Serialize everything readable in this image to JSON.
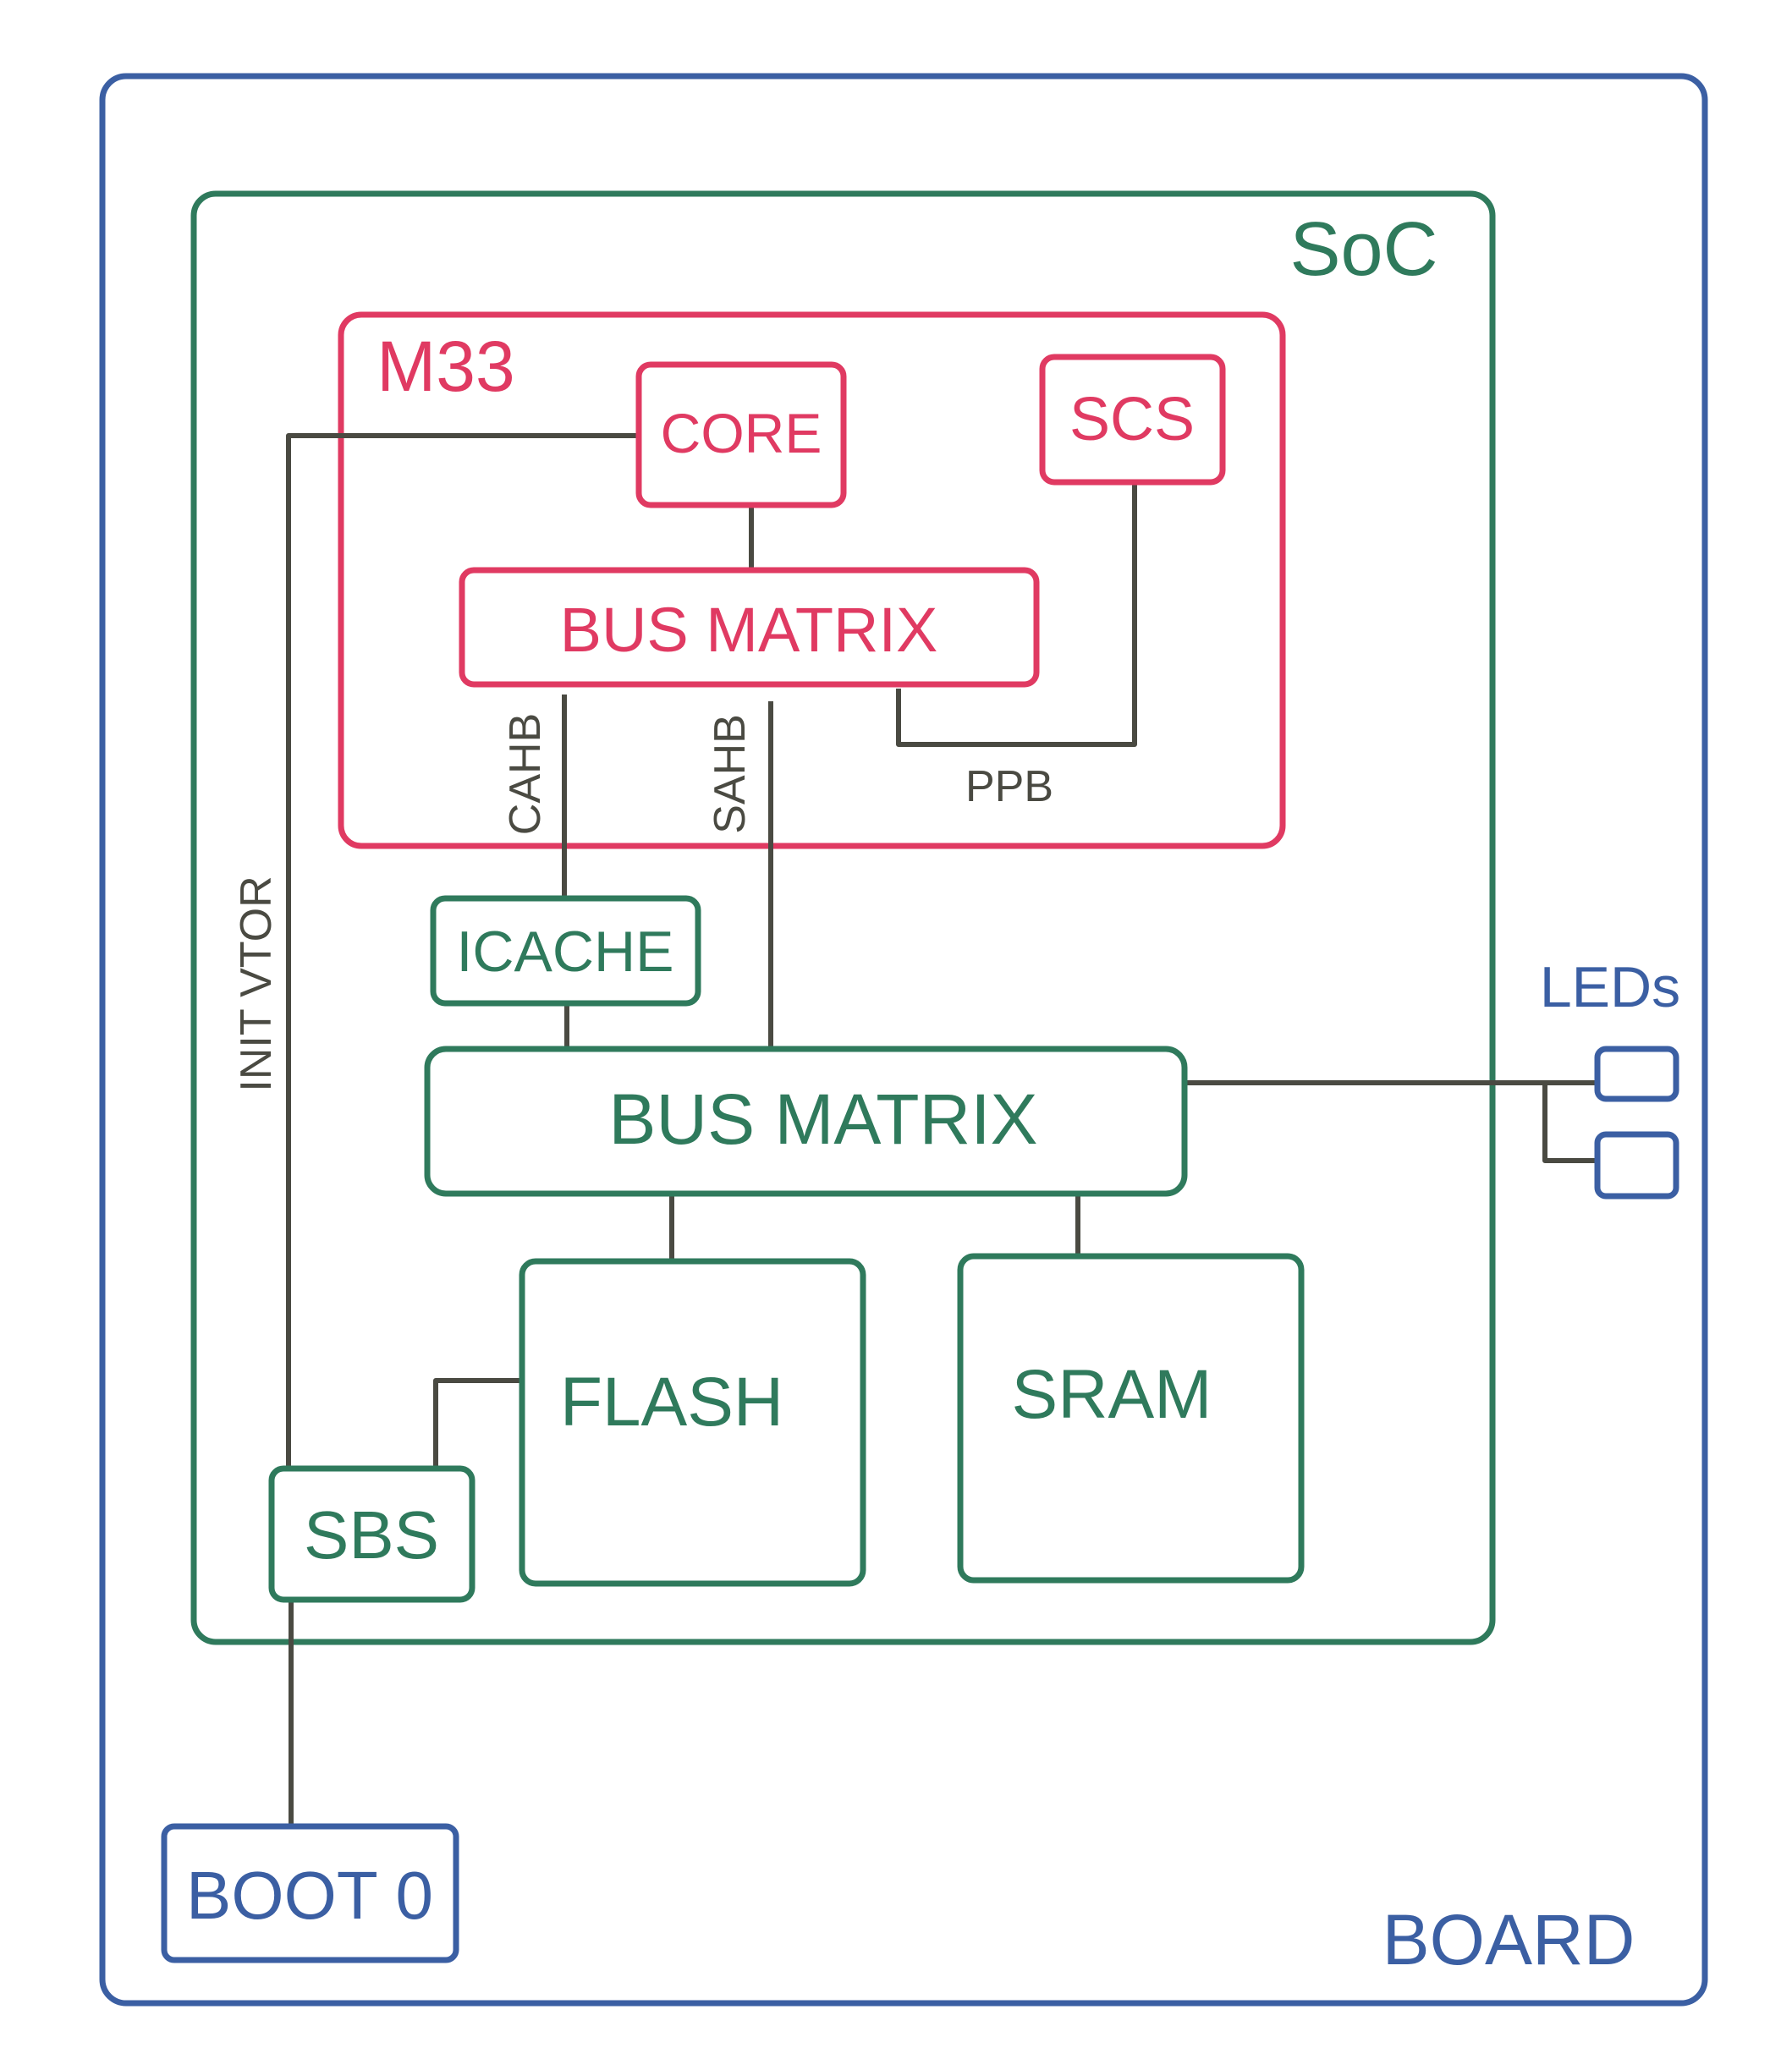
{
  "colors": {
    "board": "#3b5fa3",
    "soc": "#2f7a5c",
    "m33": "#e03a62",
    "wire": "#4a4a42"
  },
  "board": {
    "label": "BOARD"
  },
  "soc": {
    "label": "SoC"
  },
  "m33": {
    "label": "M33",
    "core": "CORE",
    "scs": "SCS",
    "bus_matrix": "BUS MATRIX"
  },
  "buses": {
    "cahb": "CAHB",
    "sahb": "SAHB",
    "ppb": "PPB",
    "init_vtor": "INIT VTOR"
  },
  "icache": "ICACHE",
  "bus_matrix": "BUS MATRIX",
  "flash": "FLASH",
  "sram": "SRAM",
  "sbs": "SBS",
  "leds": "LEDs",
  "boot0": "BOOT 0"
}
